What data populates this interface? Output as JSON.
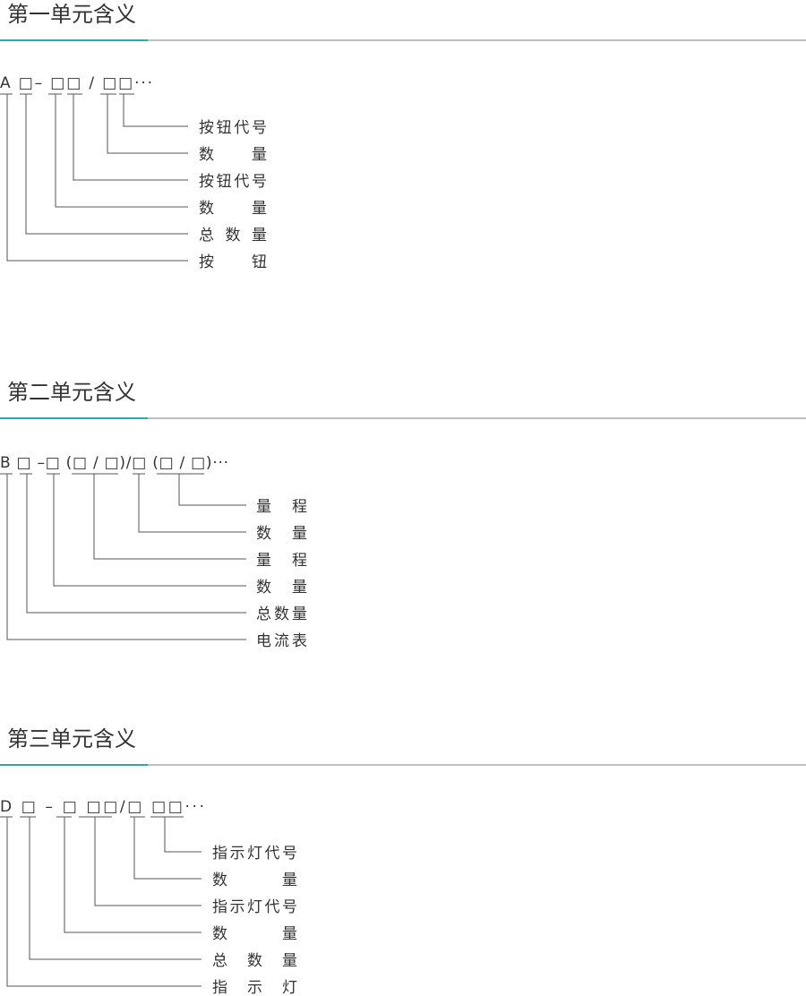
{
  "colors": {
    "accent": "#2aa9a9",
    "rule": "#aaaaaa",
    "line": "#555555",
    "text": "#333333"
  },
  "sections": [
    {
      "title": "第一单元含义",
      "code": "A □– □□ / □□···",
      "labels": [
        "按钮代号",
        "数量",
        "按钮代号",
        "数量",
        "总数量",
        "按钮"
      ]
    },
    {
      "title": "第二单元含义",
      "code": "B □ –□ (□ / □)/□ (□ / □)···",
      "labels": [
        "量程",
        "数量",
        "量程",
        "数量",
        "总数量",
        "电流表"
      ]
    },
    {
      "title": "第三单元含义",
      "code": "D □ – □ □□/□ □□···",
      "labels": [
        "指示灯代号",
        "数量",
        "指示灯代号",
        "数量",
        "总数量",
        "指示灯"
      ]
    }
  ]
}
